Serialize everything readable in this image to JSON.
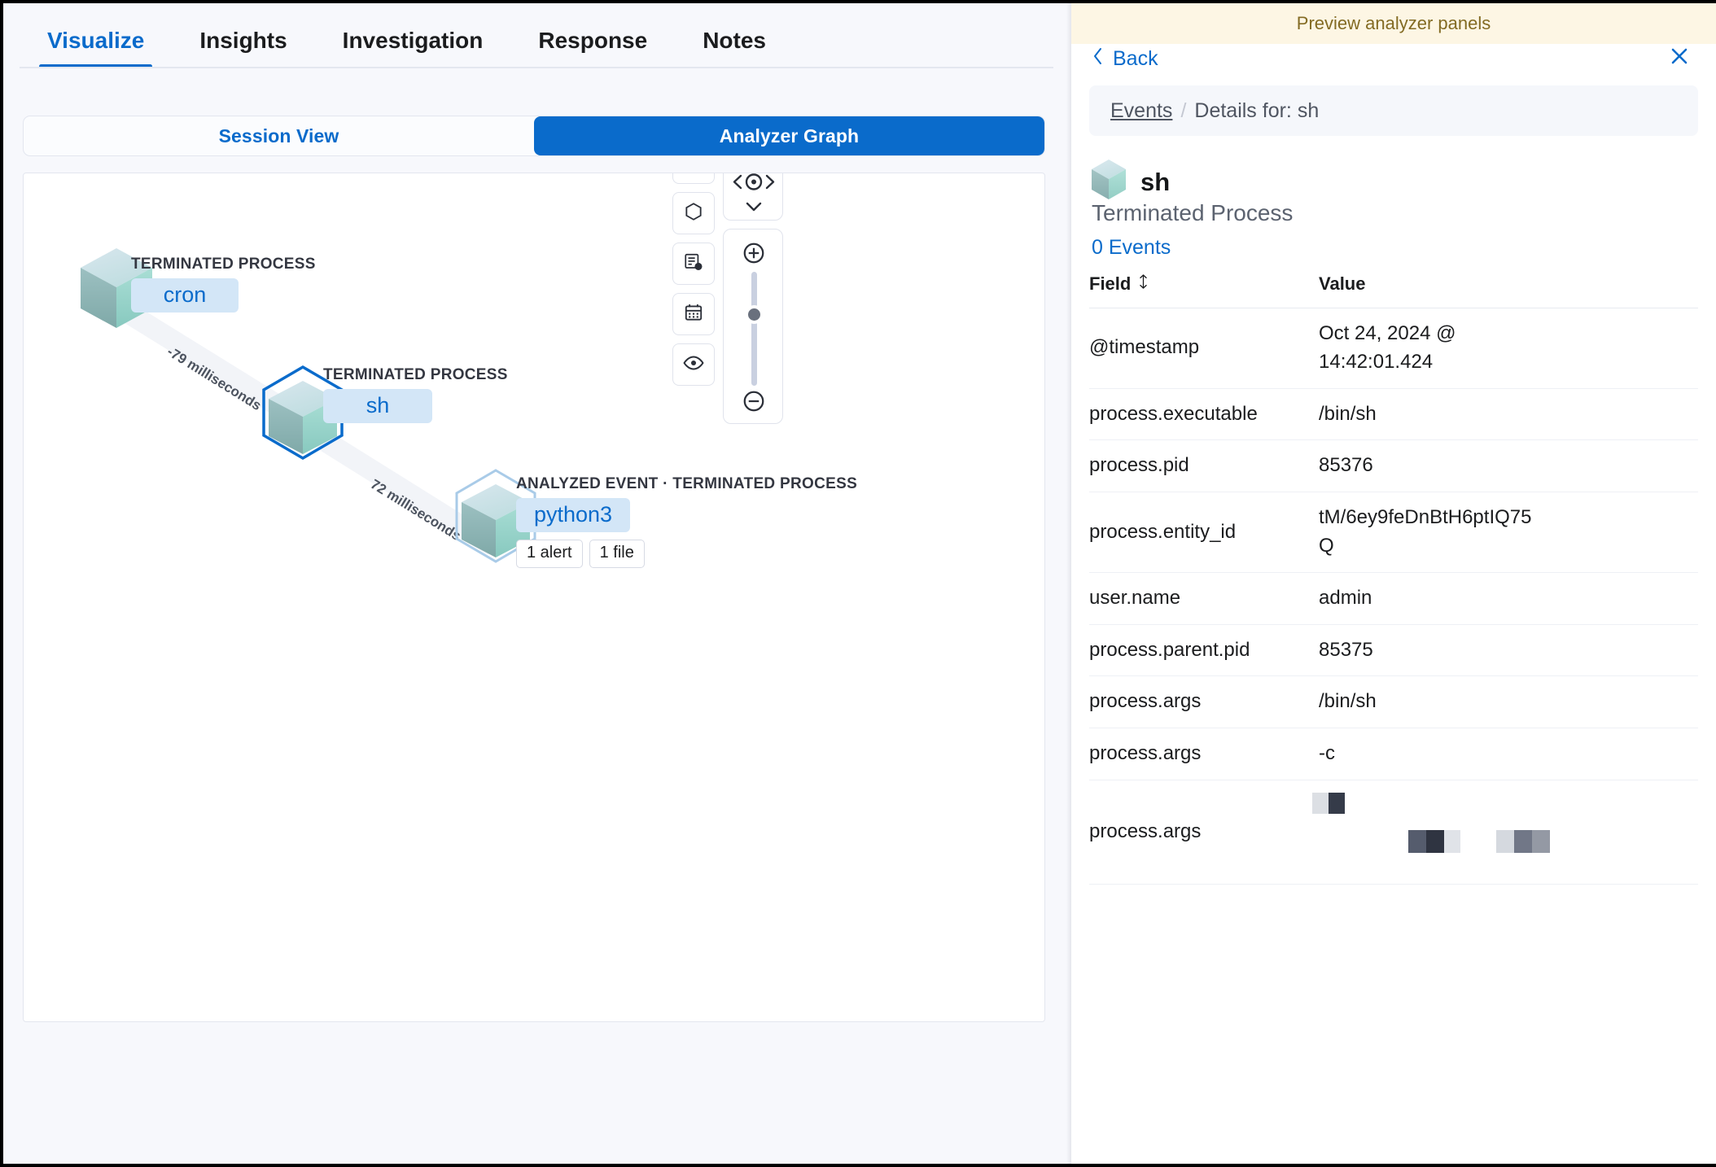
{
  "tabs": [
    {
      "label": "Visualize",
      "active": true
    },
    {
      "label": "Insights",
      "active": false
    },
    {
      "label": "Investigation",
      "active": false
    },
    {
      "label": "Response",
      "active": false
    },
    {
      "label": "Notes",
      "active": false
    }
  ],
  "view_toggle": {
    "session_view": "Session View",
    "analyzer_graph": "Analyzer Graph",
    "selected": "Analyzer Graph"
  },
  "graph": {
    "nodes": [
      {
        "id": "cron",
        "kind": "TERMINATED PROCESS",
        "name": "cron",
        "selected": false,
        "analyzed": false,
        "badges": []
      },
      {
        "id": "sh",
        "kind": "TERMINATED PROCESS",
        "name": "sh",
        "selected": true,
        "analyzed": false,
        "badges": []
      },
      {
        "id": "python3",
        "kind": "ANALYZED EVENT · TERMINATED PROCESS",
        "name": "python3",
        "selected": false,
        "analyzed": true,
        "badges": [
          "1 alert",
          "1 file"
        ]
      }
    ],
    "edges": [
      {
        "from": "cron",
        "to": "sh",
        "label": "-79 milliseconds"
      },
      {
        "from": "sh",
        "to": "python3",
        "label": "72 milliseconds"
      }
    ],
    "toolbar": {
      "buttons": [
        {
          "icon": "info-icon",
          "name": "legend-info-button"
        },
        {
          "icon": "hexagon-icon",
          "name": "node-shape-button"
        },
        {
          "icon": "list-settings-icon",
          "name": "schema-settings-button"
        },
        {
          "icon": "calendar-icon",
          "name": "date-settings-button"
        },
        {
          "icon": "eye-icon",
          "name": "visibility-button"
        }
      ],
      "pan": {
        "up": "pan-up",
        "down": "pan-down",
        "left": "pan-left",
        "right": "pan-right",
        "center": "center-graph"
      },
      "zoom": {
        "in": "zoom-in",
        "out": "zoom-out",
        "slider": "zoom-slider"
      }
    }
  },
  "panel": {
    "preview_banner": "Preview analyzer panels",
    "back_label": "Back",
    "close_label": "×",
    "breadcrumb": {
      "root": "Events",
      "separator": "/",
      "current": "Details for: sh"
    },
    "entity": {
      "name": "sh",
      "type": "Terminated Process",
      "events": "0 Events"
    },
    "table": {
      "columns": {
        "field": "Field",
        "value": "Value"
      },
      "rows": [
        {
          "field": "@timestamp",
          "value": "Oct 24, 2024 @ 14:42:01.424",
          "redacted": false
        },
        {
          "field": "process.executable",
          "value": "/bin/sh",
          "redacted": false
        },
        {
          "field": "process.pid",
          "value": "85376",
          "redacted": false
        },
        {
          "field": "process.entity_id",
          "value": "tM/6ey9feDnBtH6ptIQ75Q",
          "redacted": false
        },
        {
          "field": "user.name",
          "value": "admin",
          "redacted": false
        },
        {
          "field": "process.parent.pid",
          "value": "85375",
          "redacted": false
        },
        {
          "field": "process.args",
          "value": "/bin/sh",
          "redacted": false
        },
        {
          "field": "process.args",
          "value": "-c",
          "redacted": false
        },
        {
          "field": "process.args",
          "value": "",
          "redacted": true
        }
      ]
    }
  },
  "colors": {
    "accent": "#0a6bcb",
    "page_bg": "#f7f8fc",
    "banner_bg": "#fdf6e4",
    "banner_text": "#836b23",
    "pill_bg": "#d3e6f7",
    "cube_top": "#cfe3ea",
    "cube_right": "#9fd8cf",
    "cube_left": "#8fb5b4"
  }
}
